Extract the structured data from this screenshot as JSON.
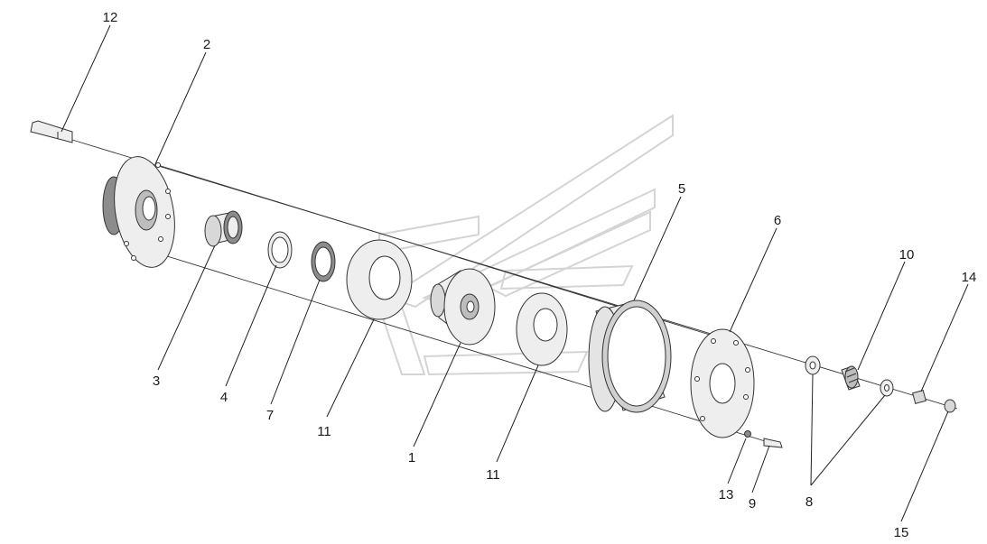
{
  "diagram": {
    "callouts": [
      {
        "id": "12",
        "label": "12"
      },
      {
        "id": "2",
        "label": "2"
      },
      {
        "id": "3",
        "label": "3"
      },
      {
        "id": "4",
        "label": "4"
      },
      {
        "id": "7",
        "label": "7"
      },
      {
        "id": "11a",
        "label": "11"
      },
      {
        "id": "1",
        "label": "1"
      },
      {
        "id": "11b",
        "label": "11"
      },
      {
        "id": "5",
        "label": "5"
      },
      {
        "id": "6",
        "label": "6"
      },
      {
        "id": "10",
        "label": "10"
      },
      {
        "id": "14",
        "label": "14"
      },
      {
        "id": "13",
        "label": "13"
      },
      {
        "id": "9",
        "label": "9"
      },
      {
        "id": "8",
        "label": "8"
      },
      {
        "id": "15",
        "label": "15"
      }
    ],
    "colors": {
      "part_fill": "#eeeeee",
      "part_dark": "#8c8c8c",
      "line": "#333333",
      "watermark": "#d4d4d4"
    }
  }
}
